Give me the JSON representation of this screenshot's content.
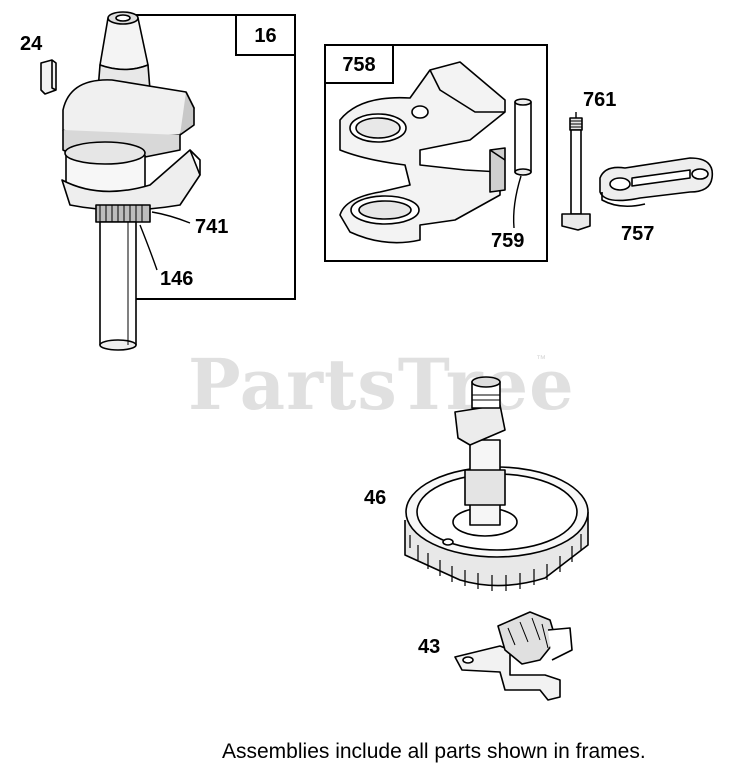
{
  "watermark": {
    "text": "PartsTree",
    "trademark": "™"
  },
  "frames": {
    "crankshaft_assembly_label": "16",
    "cylinder_head_assembly_label": "758"
  },
  "callouts": {
    "key": "24",
    "gear": "741",
    "gear2": "146",
    "dowel": "759",
    "bolt": "761",
    "rod": "757",
    "camshaft": "46",
    "governor": "43"
  },
  "footer": {
    "note": "Assemblies include all parts shown in frames."
  }
}
